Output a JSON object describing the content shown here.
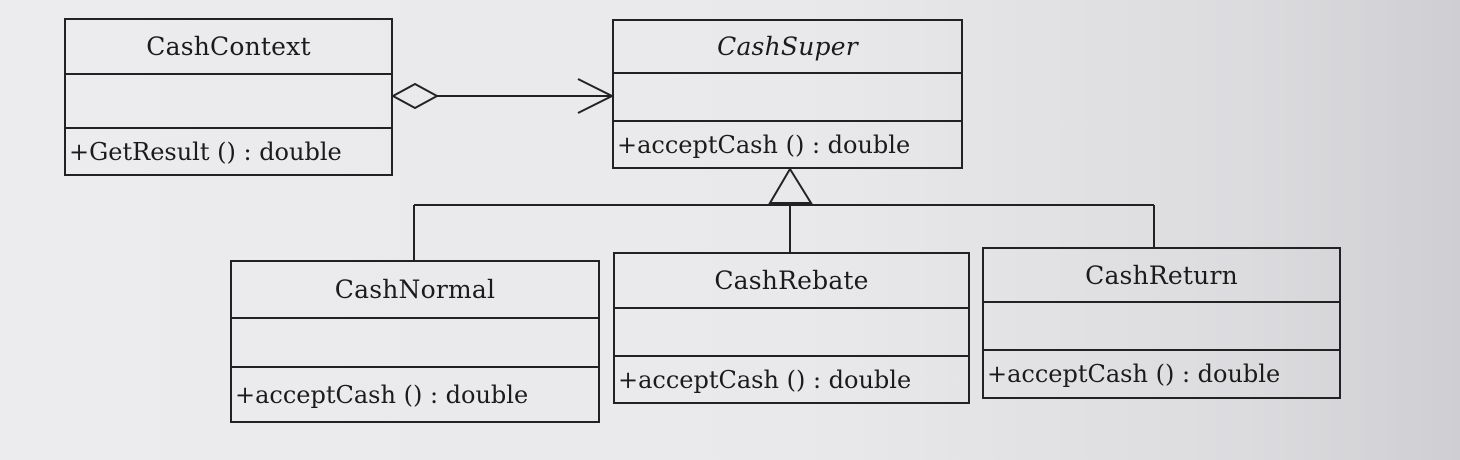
{
  "classes": {
    "cash_context": {
      "name": "CashContext",
      "operation": "+GetResult () : double"
    },
    "cash_super": {
      "name": "CashSuper",
      "operation": "+acceptCash () : double"
    },
    "cash_normal": {
      "name": "CashNormal",
      "operation": "+acceptCash () : double"
    },
    "cash_rebate": {
      "name": "CashRebate",
      "operation": "+acceptCash () : double"
    },
    "cash_return": {
      "name": "CashReturn",
      "operation": "+acceptCash () : double"
    }
  },
  "relationships": [
    {
      "type": "aggregation",
      "from": "CashContext",
      "to": "CashSuper"
    },
    {
      "type": "generalization",
      "from": "CashNormal",
      "to": "CashSuper"
    },
    {
      "type": "generalization",
      "from": "CashRebate",
      "to": "CashSuper"
    },
    {
      "type": "generalization",
      "from": "CashReturn",
      "to": "CashSuper"
    }
  ],
  "colors": {
    "line": "#222222",
    "background": "#e9e9eb"
  }
}
